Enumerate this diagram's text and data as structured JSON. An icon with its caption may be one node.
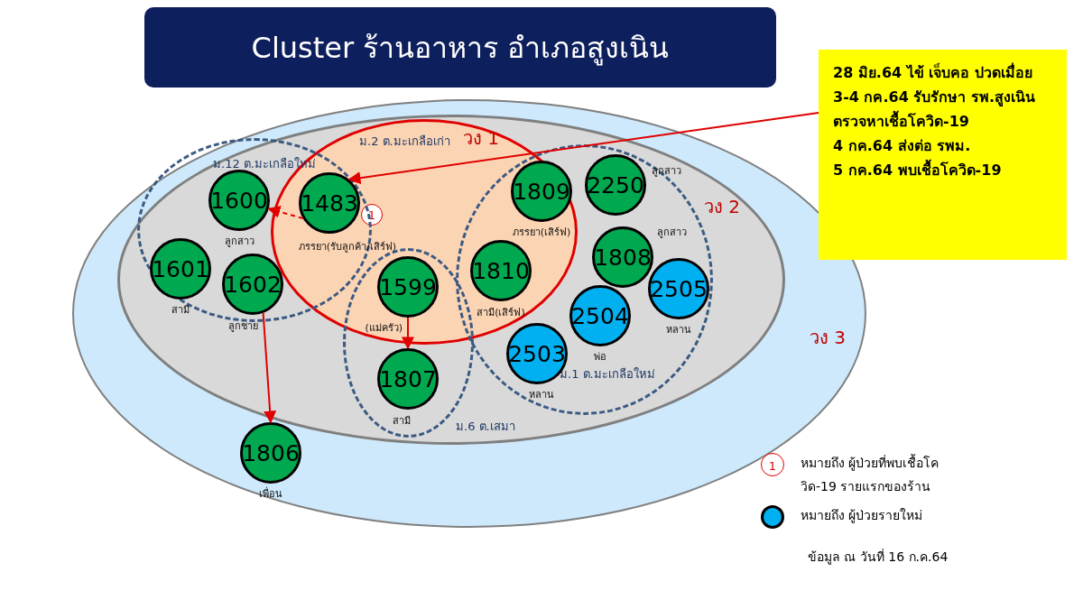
{
  "diagram": {
    "title": "Cluster ร้านอาหาร อำเภอสูงเนิน",
    "nodes": [
      {
        "text": [
          "วง 3"
        ]
      },
      {
        "text": [
          "วง 2"
        ],
        "in": 0
      },
      {
        "text": [
          "ม.12 ต.มะเกลือใหม่"
        ],
        "in": 1
      },
      {
        "text": [
          "ม.2 ต.มะเกลือเก่า",
          "วง 1"
        ],
        "in": 1
      },
      {
        "text": [
          "ม.6 ต.เสมา"
        ],
        "in": 1
      },
      {
        "text": [
          "ม.1 ต.มะเกลือใหม่"
        ],
        "in": 1
      },
      {
        "text": [
          "1600"
        ],
        "beside": [
          "ลูกสาว"
        ],
        "in": 2
      },
      {
        "text": [
          "1483"
        ],
        "beside": [
          "ภรรยา(รับลูกค้า/เสิร์ฟ)"
        ]
      },
      {
        "text": [
          "1"
        ],
        "in": 3
      },
      {
        "text": [
          "1601"
        ],
        "beside": [
          "สามี"
        ],
        "in": 2
      },
      {
        "text": [
          "1602"
        ],
        "beside": [
          "ลูกชาย"
        ],
        "in": 2
      },
      {
        "text": [
          "1599"
        ],
        "beside": [
          "(แม่ครัว)"
        ]
      },
      {
        "text": [
          "1807"
        ],
        "beside": [
          "สามี"
        ],
        "in": 4
      },
      {
        "text": [
          "1809"
        ],
        "beside": [
          "ภรรยา(เสิร์ฟ)"
        ]
      },
      {
        "text": [
          "2250"
        ],
        "beside": [
          "ลูกสาว"
        ],
        "in": 5
      },
      {
        "text": [
          "1808"
        ],
        "beside": [
          "ลูกสาว"
        ],
        "in": 5
      },
      {
        "text": [
          "1810"
        ],
        "beside": [
          "สามี(เสิร์ฟ)"
        ]
      },
      {
        "text": [
          "2505"
        ],
        "beside": [
          "หลาน"
        ],
        "in": 5
      },
      {
        "text": [
          "2504"
        ],
        "beside": [
          "พ่อ"
        ],
        "in": 5
      },
      {
        "text": [
          "2503"
        ],
        "beside": [
          "หลาน"
        ],
        "in": 5
      },
      {
        "text": [
          "1806"
        ],
        "beside": [
          "เพื่อน"
        ],
        "in": 0
      },
      {
        "text": [
          "28 มิย.64 ไข้ เจ็บคอ ปวดเมื่อย",
          "3-4 กค.64 รับรักษา รพ.สูงเนิน ตรวจหาเชื้อโควิด-19",
          "4 กค.64 ส่งต่อ รพม.",
          "5 กค.64 พบเชื้อโควิด-19"
        ]
      }
    ],
    "edges": [
      {
        "from": 21,
        "to": 7,
        "arrow": "to"
      },
      {
        "from": 7,
        "to": 6,
        "arrow": "to",
        "style": "dashed"
      },
      {
        "from": 11,
        "to": 12,
        "arrow": "to"
      },
      {
        "from": 10,
        "to": 20,
        "arrow": "to"
      }
    ],
    "labels": [
      "1",
      "ข้อมูล ณ วันที่ 16 ก.ค.64"
    ],
    "legend": [
      {
        "text": "หมายถึง ผู้ป่วยที่พบเชื้อโควิด-19 รายแรกของร้าน"
      },
      {
        "text": "หมายถึง ผู้ป่วยรายใหม่",
        "color": "#00b0f0"
      }
    ]
  }
}
